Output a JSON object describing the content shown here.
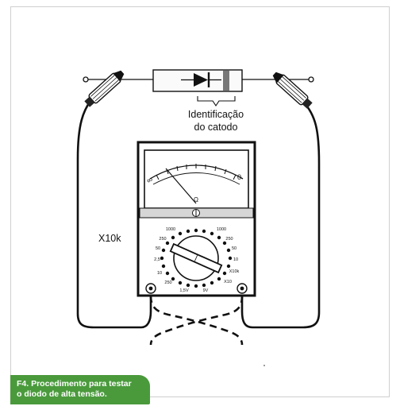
{
  "diagram": {
    "label_identification_line1": "Identificação",
    "label_identification_line2": "do catodo",
    "label_range": "X10k",
    "scale_left": "∞",
    "scale_right": "0",
    "scale_bottom": "Ω",
    "dial_labels": {
      "top_left": "1000",
      "top_right": "1000",
      "mid_left": "250",
      "mid_right": "250",
      "l50": "50",
      "r50": "50",
      "l25": "2,5",
      "r10": "10",
      "l10": "10",
      "rx10k": "X10k",
      "bl250": "250",
      "b15": "1,5V",
      "b9": "9V",
      "brx10": "X10"
    }
  },
  "caption": {
    "line1": "F4. Procedimento para testar",
    "line2": "o diodo de alta tensão."
  }
}
